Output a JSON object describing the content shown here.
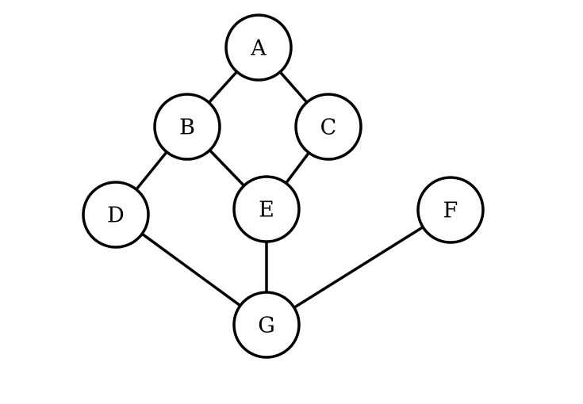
{
  "graph": {
    "nodes": [
      {
        "id": "A",
        "label": "A"
      },
      {
        "id": "B",
        "label": "B"
      },
      {
        "id": "C",
        "label": "C"
      },
      {
        "id": "D",
        "label": "D"
      },
      {
        "id": "E",
        "label": "E"
      },
      {
        "id": "F",
        "label": "F"
      },
      {
        "id": "G",
        "label": "G"
      }
    ],
    "edges": [
      {
        "from": "A",
        "to": "B"
      },
      {
        "from": "A",
        "to": "C"
      },
      {
        "from": "B",
        "to": "D"
      },
      {
        "from": "B",
        "to": "E"
      },
      {
        "from": "C",
        "to": "E"
      },
      {
        "from": "D",
        "to": "G"
      },
      {
        "from": "E",
        "to": "G"
      },
      {
        "from": "F",
        "to": "G"
      }
    ]
  }
}
